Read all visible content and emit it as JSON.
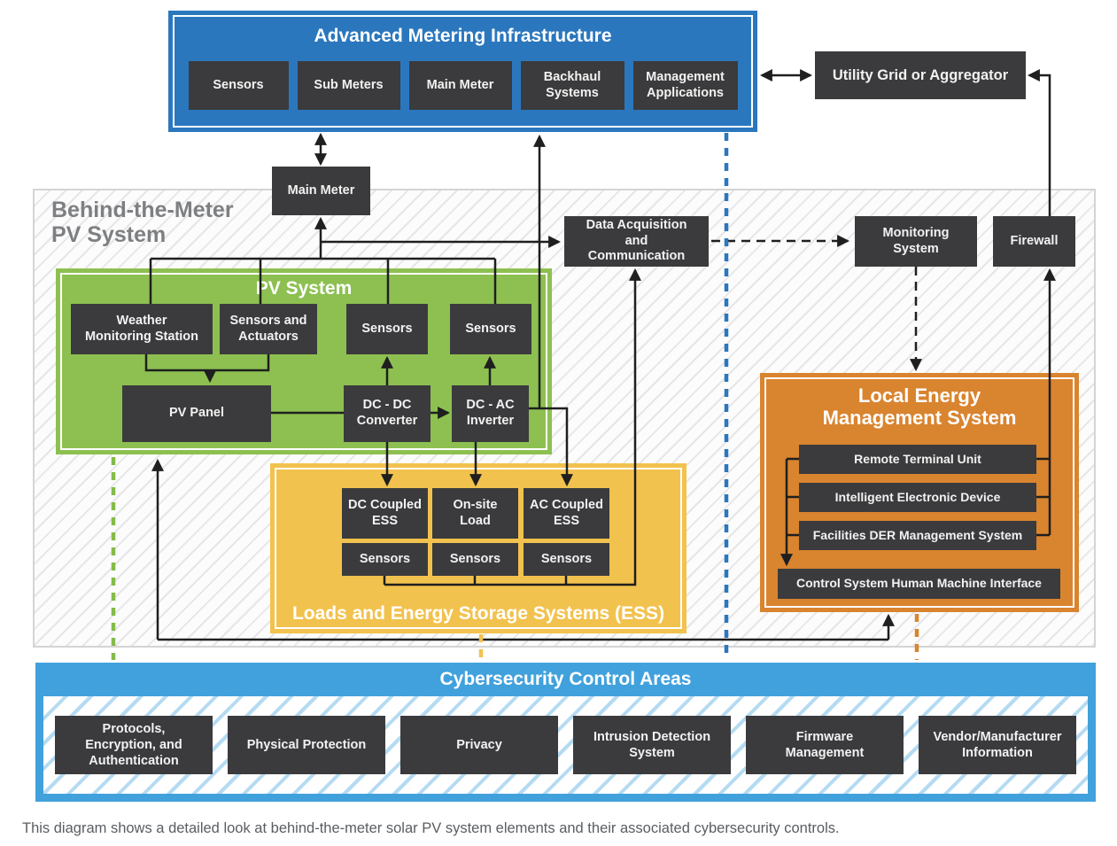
{
  "ami": {
    "title": "Advanced Metering Infrastructure",
    "items": [
      "Sensors",
      "Sub Meters",
      "Main Meter",
      "Backhaul Systems",
      "Management Applications"
    ]
  },
  "utility_grid": {
    "label": "Utility Grid or Aggregator"
  },
  "behind_the_meter": {
    "label_line1": "Behind-the-Meter",
    "label_line2": "PV System"
  },
  "main_meter": {
    "label": "Main Meter"
  },
  "data_acquisition": {
    "label": "Data Acquisition and Communication"
  },
  "monitoring_system": {
    "label": "Monitoring System"
  },
  "firewall": {
    "label": "Firewall"
  },
  "pv_system": {
    "title": "PV System",
    "weather_station": "Weather Monitoring Station",
    "sensors_actuators": "Sensors and Actuators",
    "sensors_dc": "Sensors",
    "sensors_ac": "Sensors",
    "pv_panel": "PV Panel",
    "dc_dc_converter": "DC - DC Converter",
    "dc_ac_inverter": "DC - AC Inverter"
  },
  "loads_ess": {
    "title": "Loads and Energy Storage Systems (ESS)",
    "dc_coupled_ess": "DC Coupled ESS",
    "onsite_load": "On-site Load",
    "ac_coupled_ess": "AC Coupled ESS",
    "sensors": [
      "Sensors",
      "Sensors",
      "Sensors"
    ]
  },
  "lems": {
    "title": "Local Energy Management System",
    "items": [
      "Remote Terminal Unit",
      "Intelligent Electronic Device",
      "Facilities DER Management System",
      "Control System Human Machine Interface"
    ]
  },
  "cybersecurity": {
    "title": "Cybersecurity Control Areas",
    "items": [
      "Protocols, Encryption, and Authentication",
      "Physical Protection",
      "Privacy",
      "Intrusion Detection System",
      "Firmware Management",
      "Vendor/Manufacturer Information"
    ]
  },
  "caption": "This diagram shows a detailed look at behind-the-meter solar PV system elements and their associated cybersecurity controls.",
  "colors": {
    "ami_blue": "#2b77be",
    "cyber_blue": "#41a1dc",
    "pv_green": "#8dc051",
    "ess_yellow": "#f2c24e",
    "lems_orange": "#d9842f",
    "dark_box": "#3b3b3d",
    "dashed_green": "#84bb4a",
    "dashed_yellow": "#f2c24e",
    "dashed_blue": "#2b77be",
    "dashed_orange": "#d9842f",
    "line_black": "#1f1f1f"
  }
}
